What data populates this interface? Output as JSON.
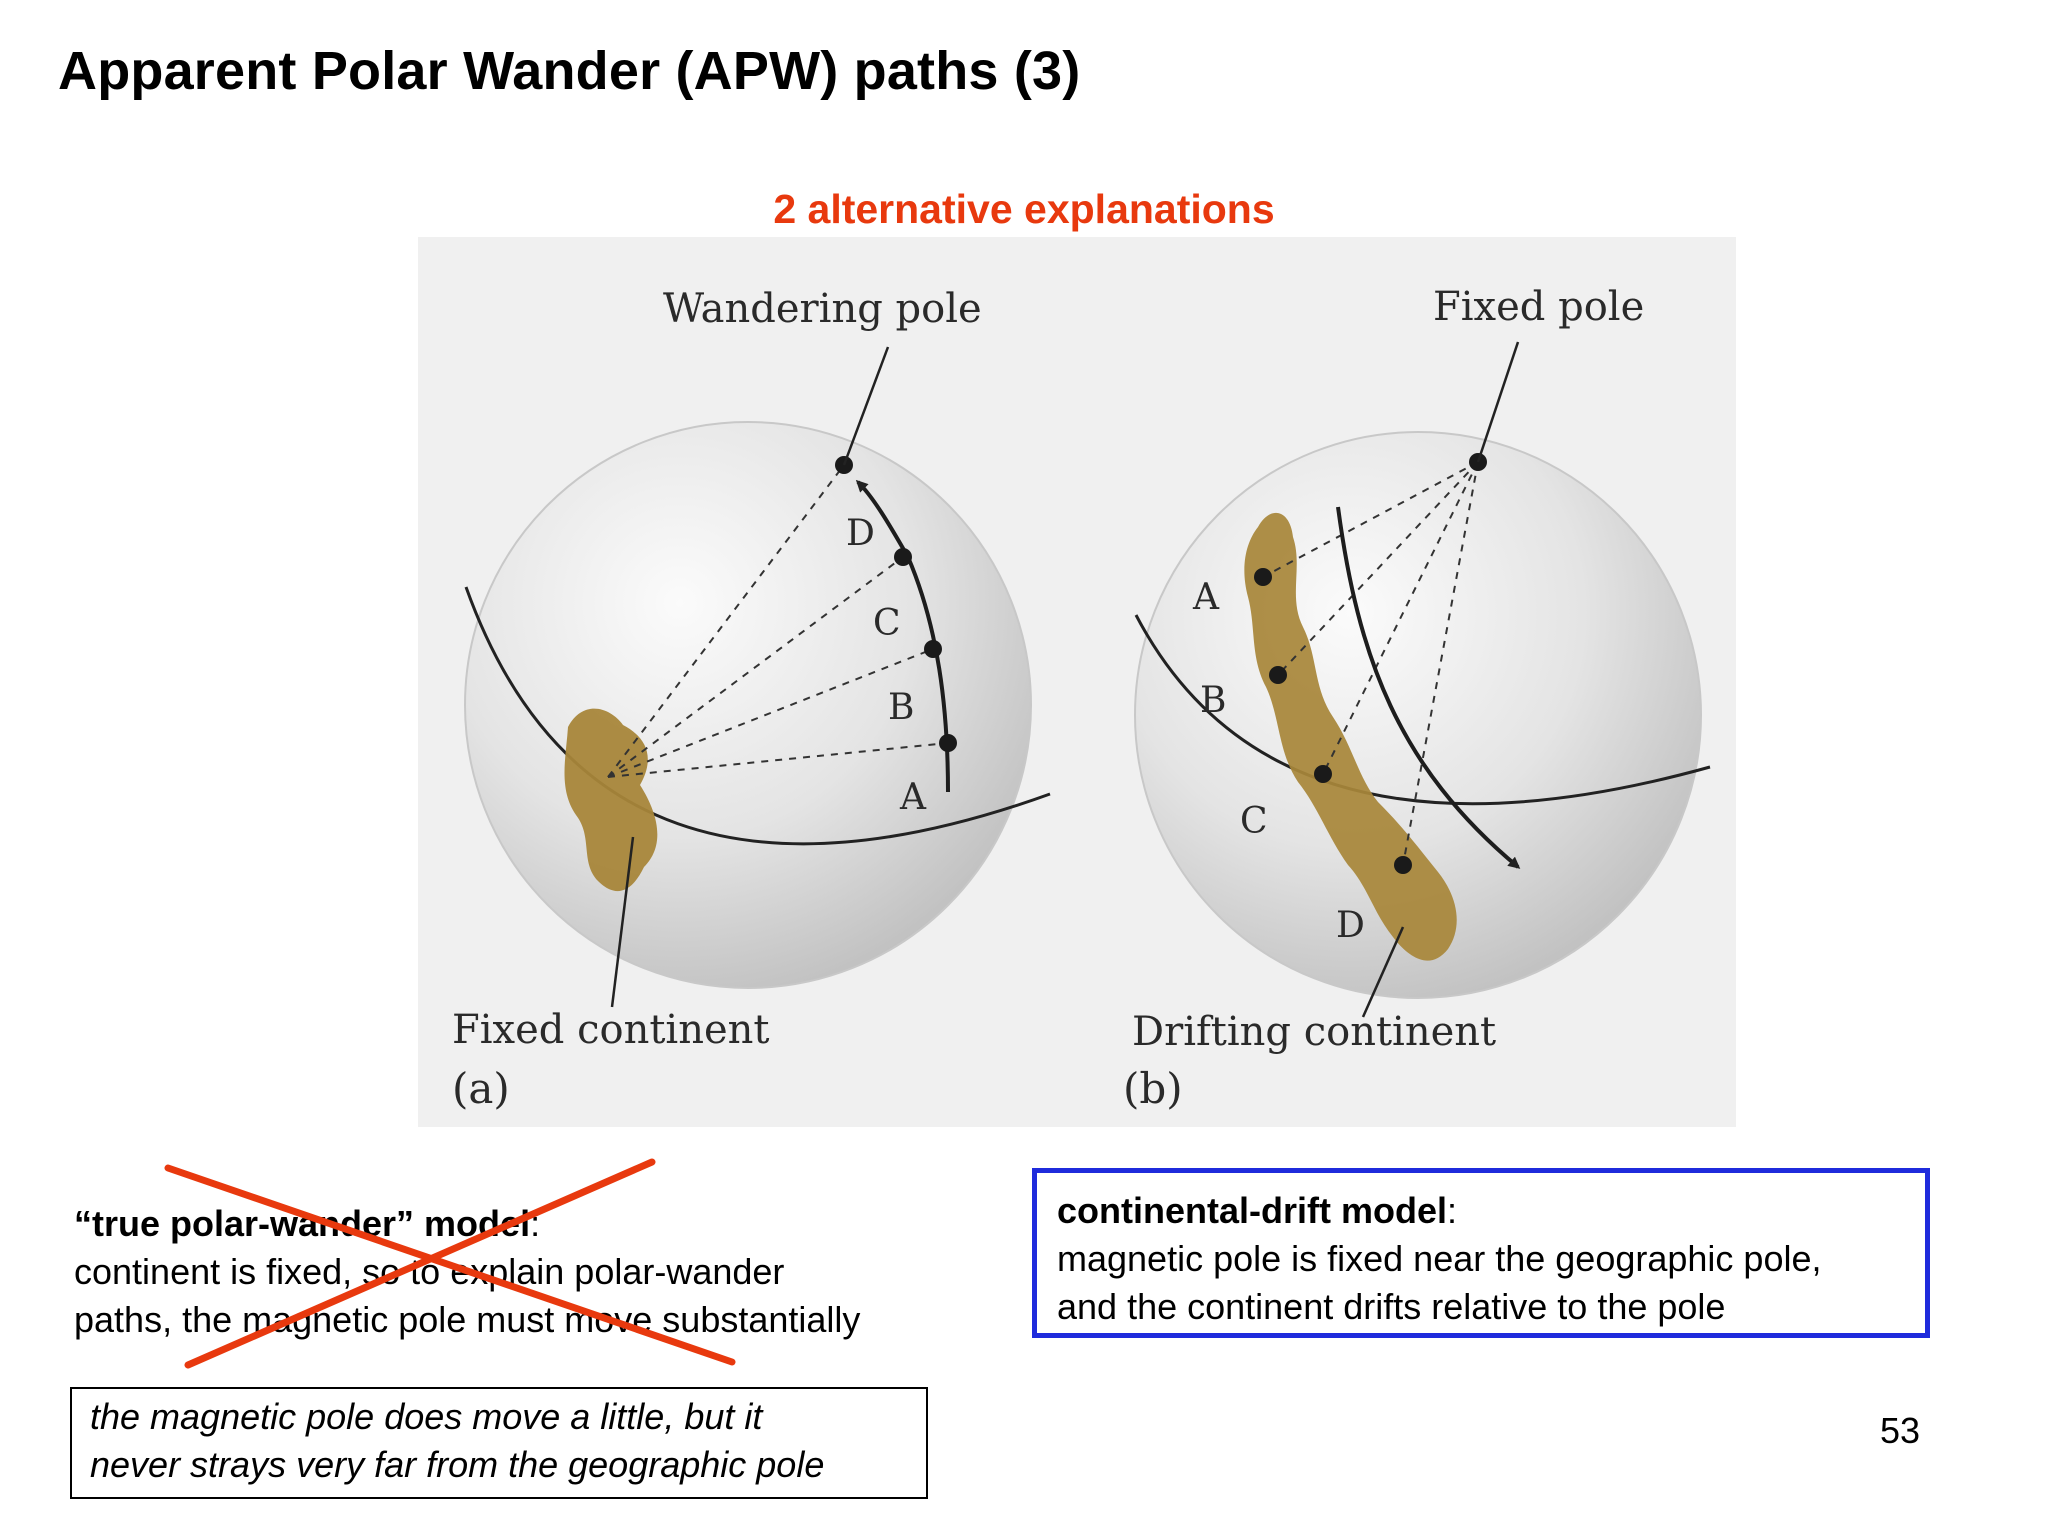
{
  "slide": {
    "title": "Apparent Polar Wander (APW) paths (3)",
    "subtitle": "2 alternative explanations",
    "page_number": "53"
  },
  "figure": {
    "panel_a": {
      "pole_label": "Wandering pole",
      "continent_label": "Fixed continent",
      "panel_label": "(a)",
      "path_points": [
        "A",
        "B",
        "C",
        "D"
      ]
    },
    "panel_b": {
      "pole_label": "Fixed pole",
      "continent_label": "Drifting continent",
      "panel_label": "(b)",
      "continent_positions": [
        "A",
        "B",
        "C",
        "D"
      ]
    }
  },
  "true_polar_wander": {
    "model_name": "“true polar-wander” model",
    "colon": ":",
    "line1": "continent is fixed, so to explain polar-wander",
    "line2": "paths, the magnetic pole must move substantially",
    "crossed_out": true
  },
  "note": {
    "line1": "the magnetic pole does move a little, but it",
    "line2": "never strays very far from the geographic pole"
  },
  "continental_drift": {
    "model_name": "continental-drift model",
    "colon": ":",
    "line1": "magnetic pole is fixed near the geographic pole,",
    "line2": "and the continent drifts relative to the pole"
  },
  "colors": {
    "subtitle": "#e8390e",
    "cross": "#e8390e",
    "drift_box_border": "#1f2bdc",
    "continent": "#a8863a"
  }
}
